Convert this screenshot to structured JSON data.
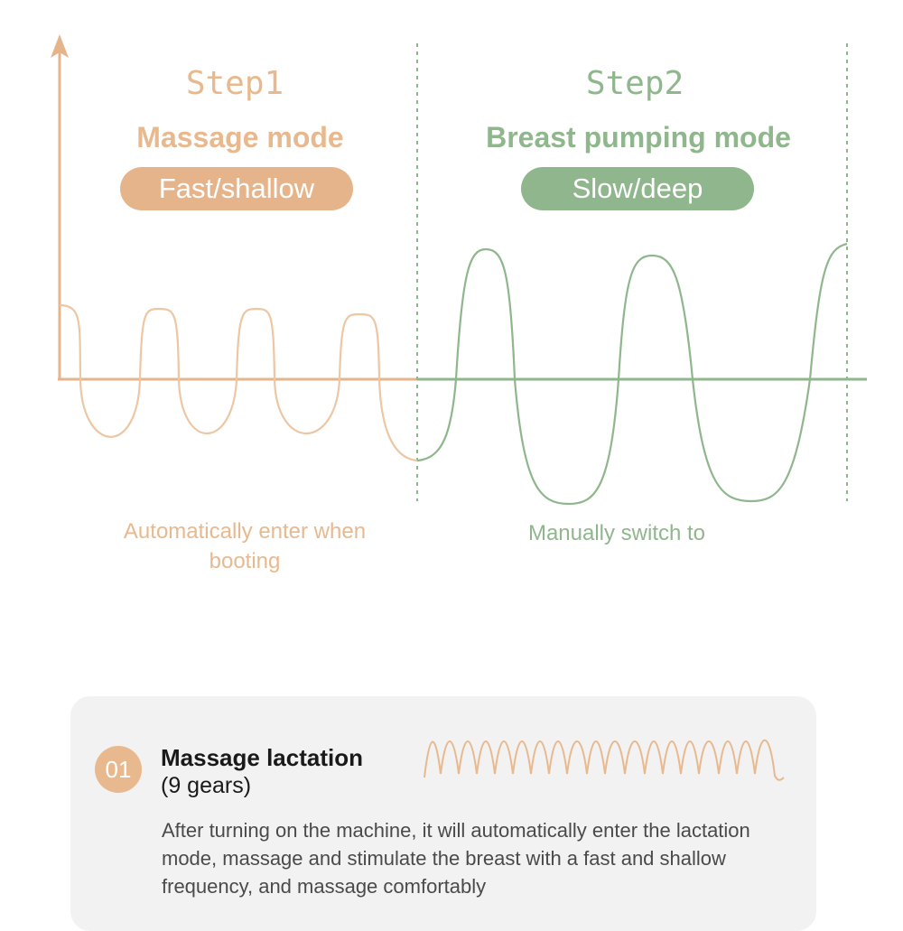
{
  "colors": {
    "massage": "#e6b48a",
    "pumping": "#8fb68c",
    "massage_text": "#e8b98e",
    "pumping_text": "#8fb68c"
  },
  "steps": [
    {
      "step_label": "Step1",
      "mode": "Massage mode",
      "badge": "Fast/shallow",
      "caption": "Automatically enter when booting"
    },
    {
      "step_label": "Step2",
      "mode": "Breast pumping mode",
      "badge": "Slow/deep",
      "caption": "Manually switch to"
    }
  ],
  "feature": {
    "number": "01",
    "title": "Massage lactation",
    "subtitle": "(9 gears)",
    "description": "After turning on the machine, it will automatically enter the lactation mode, massage and stimulate the breast with a fast and shallow frequency, and massage comfortably"
  }
}
